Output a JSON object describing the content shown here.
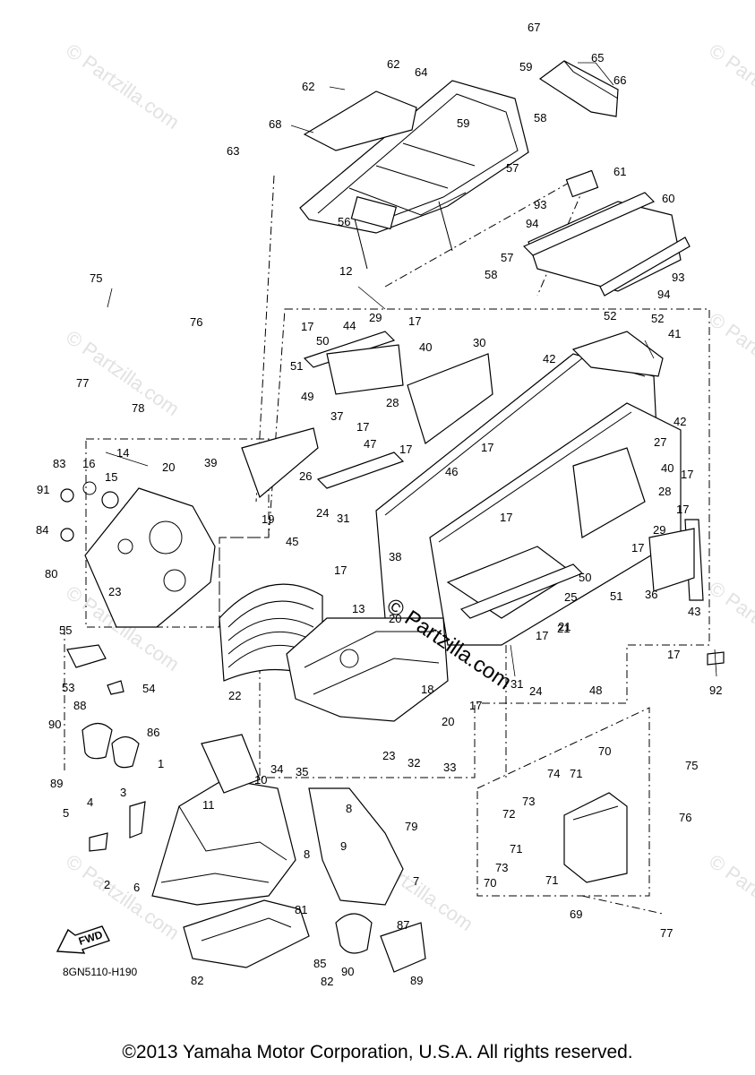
{
  "diagram": {
    "drawing_code": "8GN5110-H190",
    "fwd_label": "FWD",
    "watermark": "© Partzilla.com",
    "center_watermark": "© Partzilla.com",
    "callouts": [
      "67",
      "65",
      "66",
      "62",
      "64",
      "59",
      "62",
      "68",
      "59",
      "58",
      "63",
      "57",
      "61",
      "60",
      "93",
      "94",
      "57",
      "56",
      "58",
      "93",
      "94",
      "12",
      "75",
      "76",
      "52",
      "52",
      "41",
      "17",
      "44",
      "29",
      "17",
      "50",
      "42",
      "40",
      "30",
      "42",
      "51",
      "77",
      "78",
      "28",
      "37",
      "49",
      "17",
      "27",
      "47",
      "14",
      "17",
      "46",
      "17",
      "40",
      "83",
      "16",
      "15",
      "20",
      "39",
      "26",
      "28",
      "17",
      "91",
      "24",
      "31",
      "17",
      "17",
      "84",
      "19",
      "29",
      "80",
      "45",
      "17",
      "38",
      "23",
      "50",
      "17",
      "36",
      "21",
      "17",
      "25",
      "51",
      "13",
      "43",
      "55",
      "22",
      "31",
      "24",
      "48",
      "92",
      "53",
      "54",
      "18",
      "17",
      "20",
      "90",
      "88",
      "86",
      "23",
      "32",
      "33",
      "34",
      "35",
      "1",
      "10",
      "70",
      "74",
      "71",
      "75",
      "89",
      "11",
      "79",
      "73",
      "3",
      "8",
      "72",
      "76",
      "4",
      "5",
      "9",
      "71",
      "8",
      "7",
      "2",
      "6",
      "73",
      "71",
      "70",
      "69",
      "81",
      "77",
      "87",
      "85",
      "90",
      "82",
      "82",
      "89",
      "20",
      "21",
      "17"
    ]
  },
  "footer": {
    "copyright": "©2013 Yamaha Motor Corporation, U.S.A. All rights reserved."
  }
}
